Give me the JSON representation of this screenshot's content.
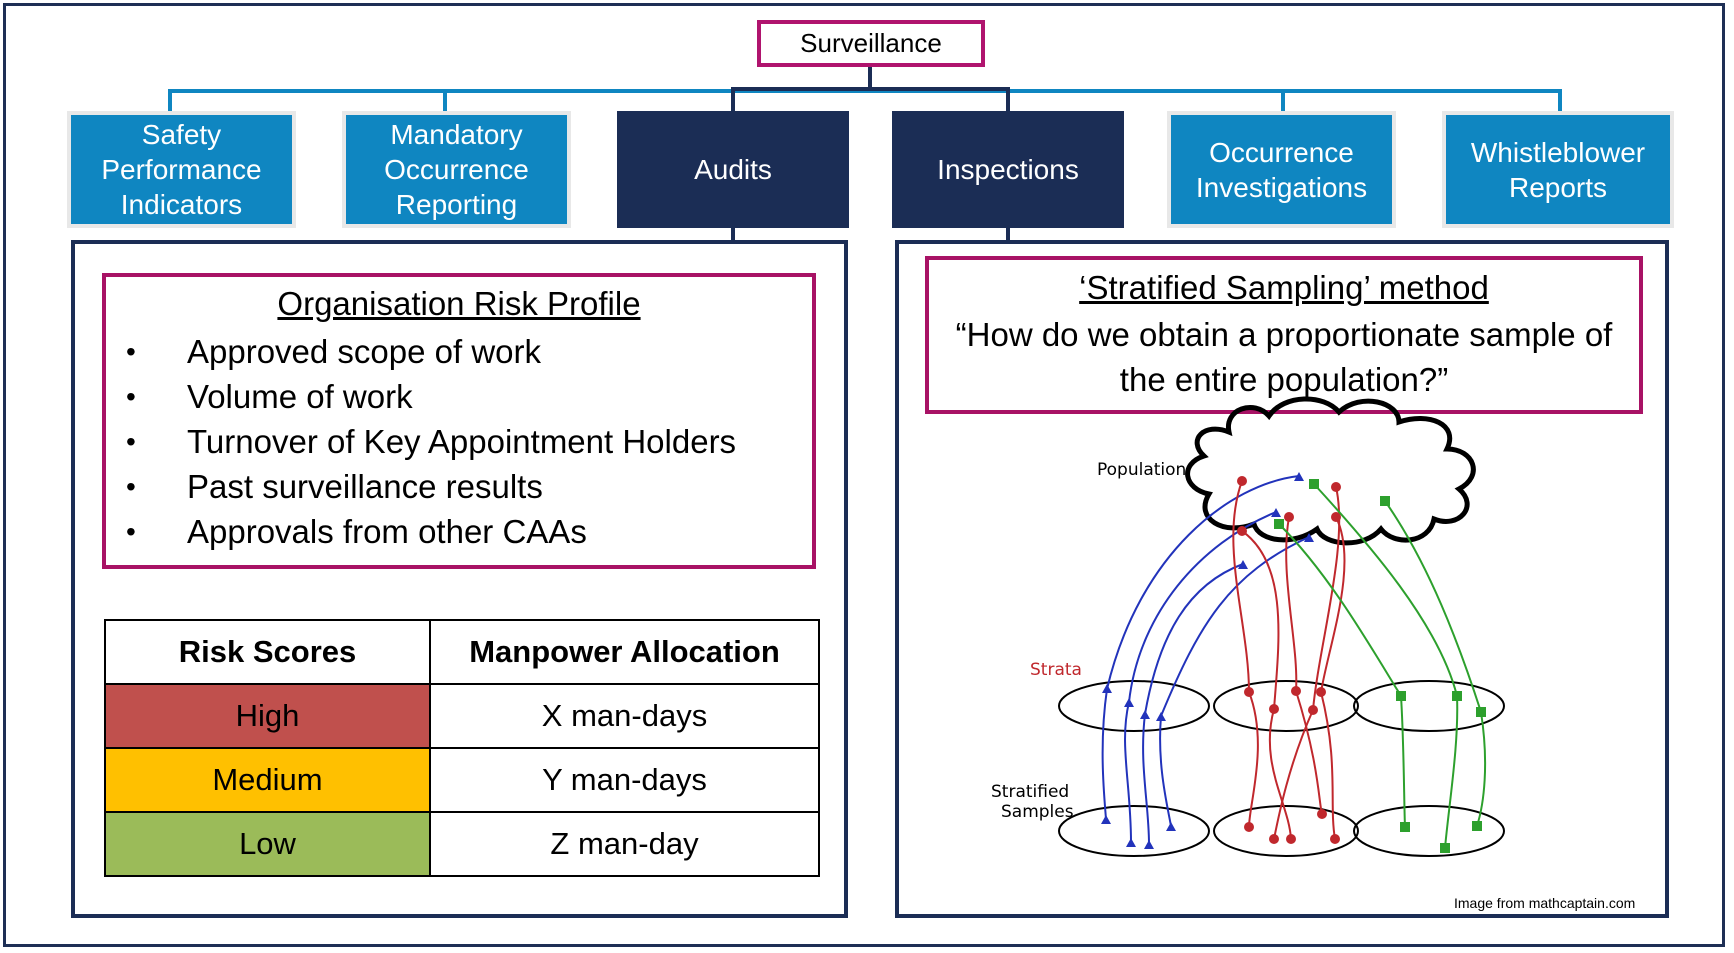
{
  "root": {
    "label": "Surveillance"
  },
  "categories": [
    {
      "label": "Safety\nPerformance\nIndicators",
      "style": "light"
    },
    {
      "label": "Mandatory\nOccurrence\nReporting",
      "style": "light"
    },
    {
      "label": "Audits",
      "style": "dark"
    },
    {
      "label": "Inspections",
      "style": "dark"
    },
    {
      "label": "Occurrence\nInvestigations",
      "style": "light"
    },
    {
      "label": "Whistleblower\nReports",
      "style": "light"
    }
  ],
  "risk_profile": {
    "title": "Organisation Risk Profile",
    "items": [
      "Approved scope of work",
      "Volume of work",
      "Turnover of Key Appointment Holders",
      "Past surveillance results",
      "Approvals from other CAAs"
    ]
  },
  "allocation_table": {
    "headers": [
      "Risk Scores",
      "Manpower Allocation"
    ],
    "rows": [
      {
        "score": "High",
        "allocation": "X man-days",
        "color": "#c0504d"
      },
      {
        "score": "Medium",
        "allocation": "Y man-days",
        "color": "#ffc000"
      },
      {
        "score": "Low",
        "allocation": "Z man-day",
        "color": "#9bbb59"
      }
    ]
  },
  "sampling": {
    "title": "‘Stratified Sampling’ method",
    "question": "“How do we obtain a proportionate sample of the entire population?”",
    "diagram_labels": {
      "population": "Population",
      "strata": "Strata",
      "samples_line1": "Stratified",
      "samples_line2": "Samples"
    },
    "credit": "Image from mathcaptain.com"
  },
  "colors": {
    "light_blue": "#0f86c1",
    "navy": "#1b2d55",
    "magenta": "#a81265",
    "blue_series": "#2233bb",
    "red_series": "#c0282d",
    "green_series": "#2da02d"
  }
}
